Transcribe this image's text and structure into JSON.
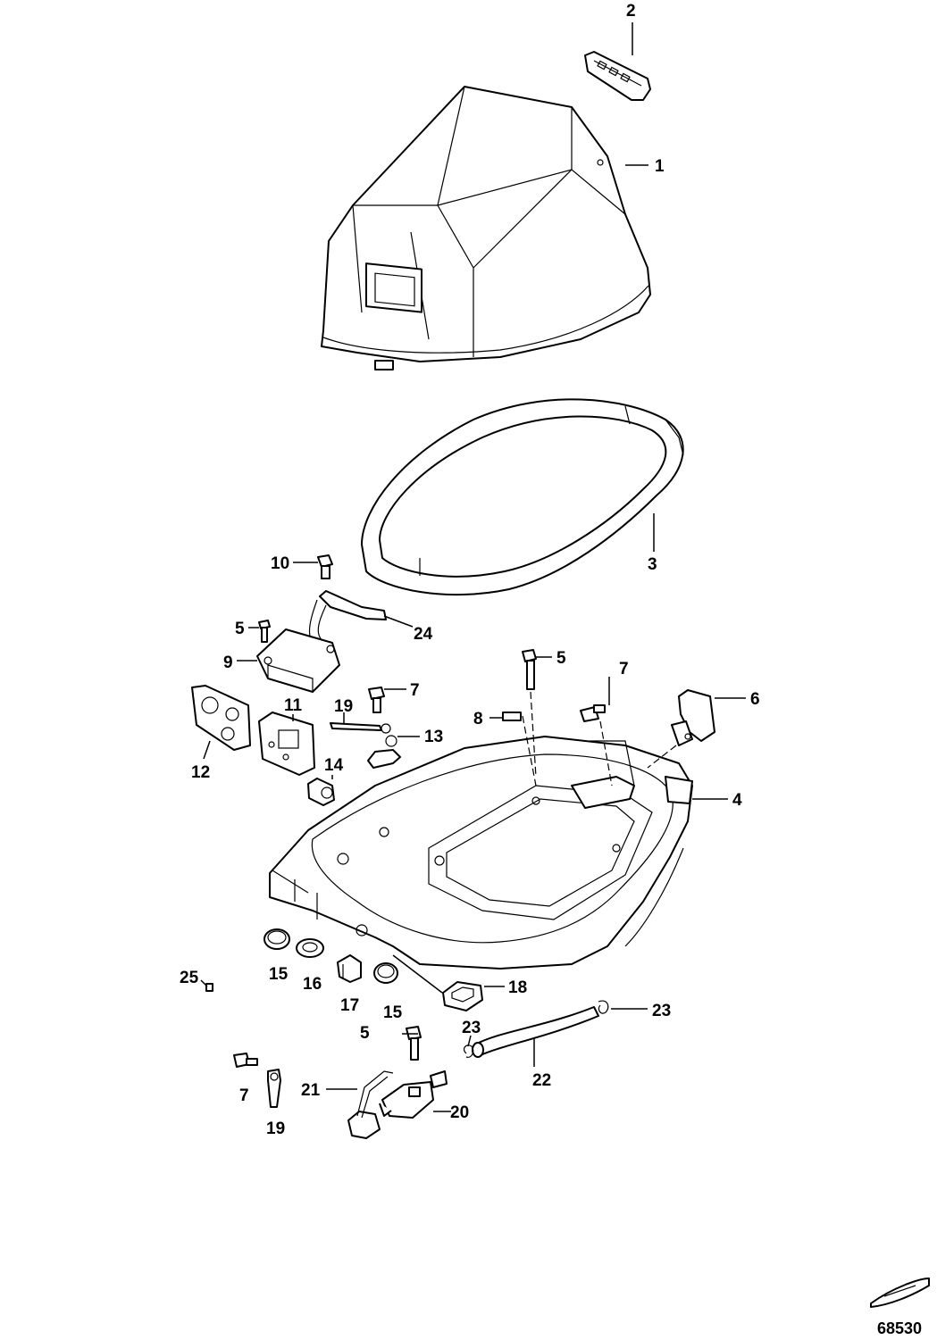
{
  "diagram_number": "68530",
  "callouts": [
    {
      "id": "c1",
      "label": "1"
    },
    {
      "id": "c2",
      "label": "2"
    },
    {
      "id": "c3",
      "label": "3"
    },
    {
      "id": "c4",
      "label": "4"
    },
    {
      "id": "c5a",
      "label": "5"
    },
    {
      "id": "c5b",
      "label": "5"
    },
    {
      "id": "c5c",
      "label": "5"
    },
    {
      "id": "c6",
      "label": "6"
    },
    {
      "id": "c7a",
      "label": "7"
    },
    {
      "id": "c7b",
      "label": "7"
    },
    {
      "id": "c7c",
      "label": "7"
    },
    {
      "id": "c8",
      "label": "8"
    },
    {
      "id": "c9",
      "label": "9"
    },
    {
      "id": "c10",
      "label": "10"
    },
    {
      "id": "c11",
      "label": "11"
    },
    {
      "id": "c12",
      "label": "12"
    },
    {
      "id": "c13",
      "label": "13"
    },
    {
      "id": "c14",
      "label": "14"
    },
    {
      "id": "c15a",
      "label": "15"
    },
    {
      "id": "c15b",
      "label": "15"
    },
    {
      "id": "c16",
      "label": "16"
    },
    {
      "id": "c17",
      "label": "17"
    },
    {
      "id": "c18",
      "label": "18"
    },
    {
      "id": "c19a",
      "label": "19"
    },
    {
      "id": "c19b",
      "label": "19"
    },
    {
      "id": "c20",
      "label": "20"
    },
    {
      "id": "c21",
      "label": "21"
    },
    {
      "id": "c22",
      "label": "22"
    },
    {
      "id": "c23a",
      "label": "23"
    },
    {
      "id": "c23b",
      "label": "23"
    },
    {
      "id": "c24",
      "label": "24"
    },
    {
      "id": "c25",
      "label": "25"
    }
  ]
}
